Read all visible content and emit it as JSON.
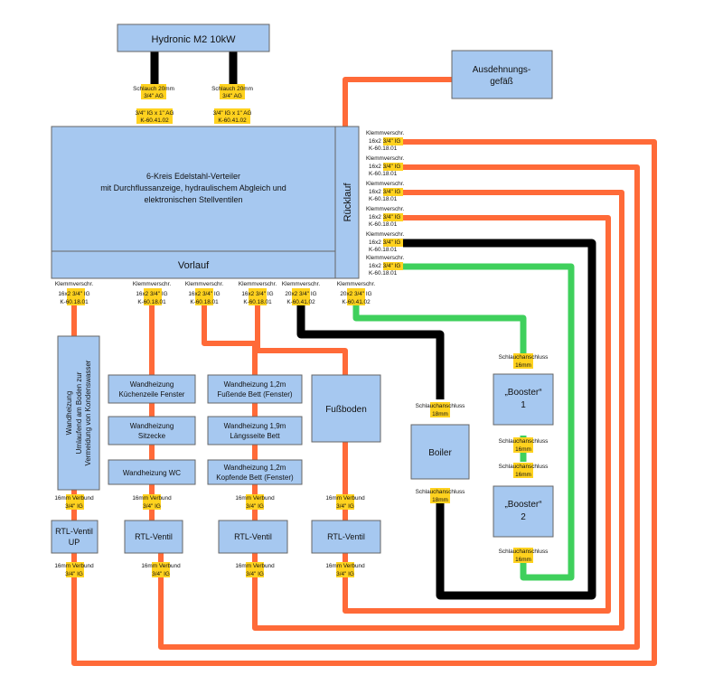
{
  "heater": "Hydronic M2 10kW",
  "expansion": [
    "Ausdehnungs-",
    "gefäß"
  ],
  "distributor": {
    "line1": "6-Kreis Edelstahl-Verteiler",
    "line2": "mit Durchflussanzeige, hydraulischem Abgleich und",
    "line3": "elektronischen Stellventilen",
    "vorlauf": "Vorlauf",
    "ruecklauf": "Rücklauf"
  },
  "top_fittings": {
    "hose1": "Schlauch 20mm",
    "hose2": "3/4\" AG",
    "adapter1": "3/4\" IG x 1\" AG",
    "adapter2": "K-60.41.02"
  },
  "right_ports": {
    "l1": "Klemmverschr.",
    "l2": "16x2 3/4\" IG",
    "l3": "K-60.18.01"
  },
  "bottom_ports": {
    "l1": "Klemmverschr.",
    "l2a": "16x2 3/4\" IG",
    "l2b": "20x2 3/4\" IG",
    "l3a": "K-60.18.01",
    "l3b": "K-60.41.02"
  },
  "consumers": {
    "wand_up": [
      "Wandheizung",
      "Umlaufend am Boden zur",
      "Vermeidung von Kondenswasser"
    ],
    "kueche": [
      "Wandheizung",
      "Küchenzeile Fenster"
    ],
    "sitzecke": [
      "Wandheizung",
      "Sitzecke"
    ],
    "wc": "Wandheizung WC",
    "fuss_bett": [
      "Wandheizung 1,2m",
      "Fußende Bett (Fenster)"
    ],
    "laengs_bett": [
      "Wandheizung 1,9m",
      "Längsseite Bett"
    ],
    "kopf_bett": [
      "Wandheizung 1,2m",
      "Kopfende Bett (Fenster)"
    ],
    "fussboden": "Fußboden",
    "boiler": "Boiler",
    "booster1": [
      "„Booster“",
      "1"
    ],
    "booster2": [
      "„Booster“",
      "2"
    ]
  },
  "valves": {
    "rtl_up": [
      "RTL-Ventil",
      "UP"
    ],
    "rtl": "RTL-Ventil"
  },
  "fittings": {
    "verbund": "16mm Verbund",
    "ig": "3/4\" IG",
    "anschluss": "Schlauchanschluss",
    "s18": "18mm",
    "s16": "16mm"
  }
}
